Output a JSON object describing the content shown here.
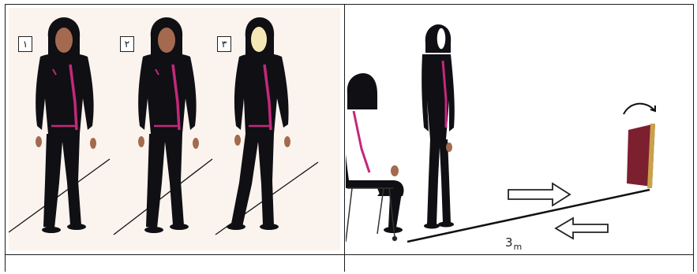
{
  "colors": {
    "tracksuit": "#0f0f14",
    "stripe": "#c4287a",
    "skin": "#a46a4f",
    "face_blank": "#f4e9b4",
    "panel_bg": "#fbf4ee",
    "door": "#7c1f2e",
    "door_edge": "#c9a14a",
    "grid": "#1c1c1c"
  },
  "left_panel": {
    "labels": [
      "١",
      "٢",
      "٣"
    ]
  },
  "right_panel": {
    "distance_value": "3",
    "distance_unit": "m"
  },
  "icons": {
    "forward_arrow": "right-arrow-icon",
    "return_arrow": "left-arrow-icon",
    "turn_arrow": "curved-arrow-icon",
    "target": "door-icon",
    "chair": "chair-icon"
  }
}
